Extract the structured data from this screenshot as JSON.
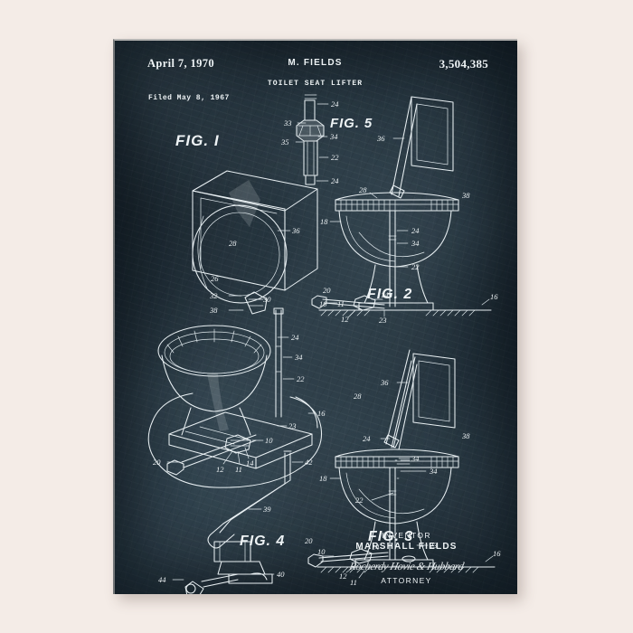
{
  "poster": {
    "type": "patent-drawing-poster",
    "colors": {
      "page_background": "#f4ece7",
      "poster_background": "#26353f",
      "ink": "#eef3f5"
    },
    "header": {
      "date": "April 7, 1970",
      "inventor_line": "M. FIELDS",
      "patent_number": "3,504,385",
      "title": "TOILET SEAT LIFTER",
      "filed": "Filed May 8, 1967"
    },
    "figures": [
      {
        "id": "fig1",
        "caption": "FIG. I",
        "description": "Perspective view of toilet with tank, seat and lid and floor-mounted lifter linkage",
        "callouts": [
          "36",
          "28",
          "26",
          "32",
          "30",
          "38",
          "24",
          "34",
          "22",
          "16",
          "23",
          "10",
          "20",
          "12",
          "11",
          "14",
          "42"
        ]
      },
      {
        "id": "fig2",
        "caption": "FIG. 2",
        "description": "Side elevation, lid raised",
        "callouts": [
          "36",
          "28",
          "38",
          "18",
          "24",
          "34",
          "22",
          "20",
          "14",
          "10",
          "11",
          "12",
          "23",
          "16"
        ]
      },
      {
        "id": "fig3",
        "caption": "FIG. 3",
        "description": "Side elevation, seat and lid raised",
        "callouts": [
          "36",
          "28",
          "24",
          "38",
          "18",
          "34",
          "22",
          "23",
          "10",
          "14",
          "12",
          "11",
          "16",
          "20"
        ]
      },
      {
        "id": "fig4",
        "caption": "FIG. 4",
        "description": "Detail of foot pedal actuating lever",
        "callouts": [
          "42",
          "39",
          "40",
          "44"
        ]
      },
      {
        "id": "fig5",
        "caption": "FIG. 5",
        "description": "Detail of telescoping push rod and collar",
        "callouts": [
          "24",
          "33",
          "35",
          "34",
          "22",
          "24"
        ]
      }
    ],
    "signature_block": {
      "inventor_label": "INVENTOR",
      "inventor_name": "MARSHALL   FIELDS",
      "signature": "Rocherdy Hovie & Hubbard",
      "attorney_label": "ATTORNEY"
    }
  }
}
